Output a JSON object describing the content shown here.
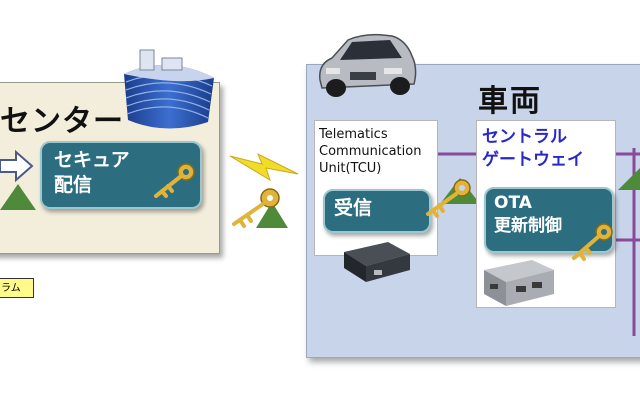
{
  "center": {
    "title": "センター",
    "secure_label": "セキュア\n配信",
    "legend_tag": "ラム"
  },
  "vehicle": {
    "title": "車両",
    "tcu_label": "Telematics\nCommunication\nUnit(TCU)",
    "receive_label": "受信",
    "gateway_label": "セントラル\nゲートウェイ",
    "ota_label": "OTA\n更新制御"
  },
  "colors": {
    "center_panel": "#f3eedc",
    "vehicle_panel": "#c7d4ea",
    "teal_box": "#2c6e80",
    "gateway_text": "#2828c8",
    "bus_line": "#8a4a9a",
    "signal_arrow": "#f2dc2a",
    "triangle": "#4f8a3a",
    "key": "#e0b33a"
  },
  "icons": [
    "server-building-icon",
    "car-image",
    "tcu-device-icon",
    "gateway-device-icon",
    "key-icon",
    "signal-arrow-icon",
    "data-arrow-icon"
  ]
}
